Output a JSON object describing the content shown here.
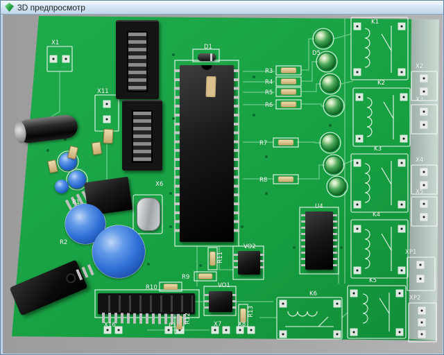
{
  "window": {
    "title": "3D предпросмотр"
  },
  "icons": {
    "titlebar": "preview-gem-icon"
  },
  "colors": {
    "titlebar_top": "#f4fafe",
    "titlebar_bottom": "#bed5ea",
    "frame_border": "#64839f",
    "viewport_bg": "#a6a6a6",
    "board_green": "#17a042",
    "silkscreen": "#ffffff",
    "trace": "#a8e7bd",
    "led_green": "#2f9e4e",
    "capacitor_blue": "#2e6fd6",
    "chip_black": "#181818",
    "resistor_tan": "#d9c08c"
  },
  "labels": {
    "x1": "X1",
    "x11": "X11",
    "d1": "D1",
    "d5": "D5",
    "k1": "K1",
    "k2": "K2",
    "k3": "K3",
    "k4": "K4",
    "k5": "K5",
    "k6": "K6",
    "x2": "X2",
    "x3": "X3",
    "x4": "X4",
    "x5": "X5",
    "xp1": "XP1",
    "xp2": "XP2",
    "r1": "R1",
    "r2": "R2",
    "r3": "R3",
    "r4": "R4",
    "r5": "R5",
    "r6": "R6",
    "r7": "R7",
    "r8": "R8",
    "r9": "R9",
    "r10": "R10",
    "r11": "R11",
    "r12": "R12",
    "r13": "R13",
    "u4": "U4",
    "vo1": "VO1",
    "vo2": "VO2",
    "x6": "X6",
    "x7": "X7",
    "x8": "X8",
    "x16": "X16",
    "p3": "P3"
  }
}
